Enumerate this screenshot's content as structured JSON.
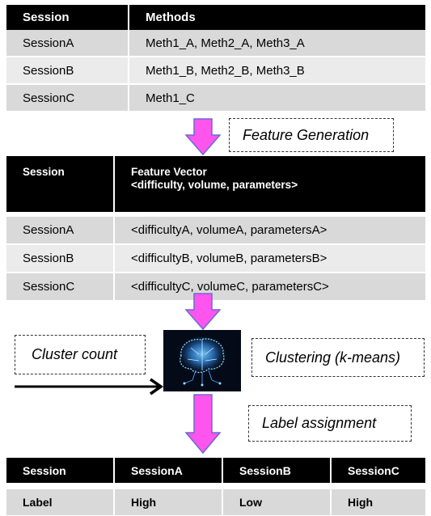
{
  "colors": {
    "header_bg": "#000000",
    "header_text": "#ffffff",
    "row_dark": "#d9d9d9",
    "row_light": "#ebebeb",
    "arrow_fill": "#ff55ee",
    "arrow_stroke": "#6a6ad0",
    "brain_bg": "#040a18",
    "brain_glow": "#3fa9ff"
  },
  "methods_table": {
    "headers": [
      "Session",
      "Methods"
    ],
    "rows": [
      {
        "session": "SessionA",
        "value": "Meth1_A, Meth2_A, Meth3_A"
      },
      {
        "session": "SessionB",
        "value": "Meth1_B, Meth2_B, Meth3_B"
      },
      {
        "session": "SessionC",
        "value": "Meth1_C"
      }
    ]
  },
  "feature_generation_label": "Feature Generation",
  "features_table": {
    "header_session": "Session",
    "header_feature_line1": "Feature Vector",
    "header_feature_line2": "<difficulty, volume, parameters>",
    "rows": [
      {
        "session": "SessionA",
        "value": "<difficultyA, volumeA, parametersA>"
      },
      {
        "session": "SessionB",
        "value": "<difficultyB, volumeB, parametersB>"
      },
      {
        "session": "SessionC",
        "value": "<difficultyC, volumeC, parametersC>"
      }
    ]
  },
  "cluster_count_label": "Cluster count",
  "clustering_label": "Clustering (k-means)",
  "brain_image_icon": "brain-circuit-icon",
  "label_assignment_label": "Label assignment",
  "labels_table": {
    "headers": [
      "Session",
      "SessionA",
      "SessionB",
      "SessionC"
    ],
    "row": [
      "Label",
      "High",
      "Low",
      "High"
    ]
  }
}
